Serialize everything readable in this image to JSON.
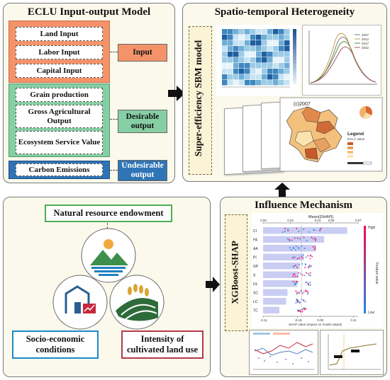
{
  "model": {
    "title": "ECLU Input-output Model",
    "input_items": [
      "Land Input",
      "Labor Input",
      "Capital Input"
    ],
    "input_label": "Input",
    "desirable_items": [
      "Grain production",
      "Gross Agricultural Output",
      "Ecosystem Service Value"
    ],
    "desirable_label": "Desirable output",
    "undesirable_item": "Carbon Emissions",
    "undesirable_label": "Undesirable output"
  },
  "heterogeneity": {
    "title": "Spatio-temporal Heterogeneity",
    "vertical_label": "Super-efficiency SBM model",
    "density_legend": [
      "2007",
      "2012",
      "2017",
      "2022"
    ],
    "map_year": "(c)2007",
    "map_legend_title": "Legend",
    "map_legend_subtitle": "ECLU Value"
  },
  "factors": {
    "natural": "Natural resource endowment",
    "socio": "Socio-economic conditions",
    "intensity": "Intensity of cultivated land use"
  },
  "mechanism": {
    "title": "Influence Mechanism",
    "vertical_label": "XGBoost-SHAP",
    "shap_top_axis_title": "Mean(|SHAP|)",
    "shap_top_ticks": [
      "0.00",
      "0.02",
      "0.04",
      "0.05",
      "0.07"
    ],
    "shap_bottom_ticks": [
      "-0.11",
      "-0.16",
      "0.00",
      "0.11"
    ],
    "shap_bottom_axis_title": "SHAP value (impact on model output)",
    "feature_value_label": "Feature value",
    "high_label": "High",
    "low_label": "Low",
    "features": [
      "CI",
      "FA",
      "AA",
      "PI",
      "GP",
      "S",
      "UL",
      "SC",
      "LC",
      "TC"
    ],
    "mean_shap": [
      0.062,
      0.045,
      0.039,
      0.03,
      0.027,
      0.026,
      0.025,
      0.018,
      0.017,
      0.012
    ]
  },
  "colors": {
    "input": "#f4936a",
    "desirable": "#86cfa4",
    "undesirable": "#2f74b5",
    "panel_bg": "#fbf9ec",
    "natural_border": "#4caf50",
    "socio_border": "#1e88c9",
    "intensity_border": "#b23a48"
  }
}
